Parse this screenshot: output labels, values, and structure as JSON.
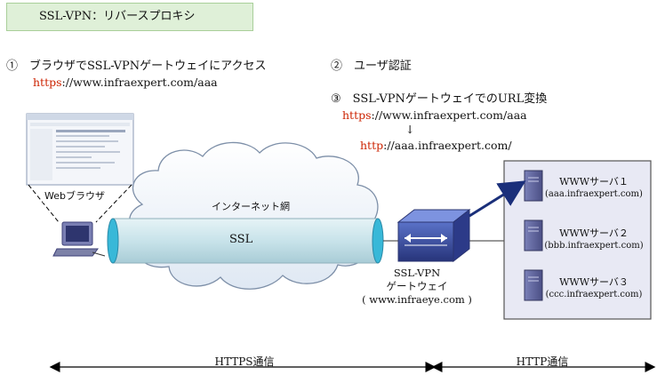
{
  "title": "SSL-VPN：リバースプロキシ",
  "steps": {
    "step1": "①　ブラウザでSSL-VPNゲートウェイにアクセス",
    "step1_url_scheme": "https",
    "step1_url_rest": "://www.infraexpert.com/aaa",
    "step2": "②　ユーザ認証",
    "step3": "③　SSL-VPNゲートウェイでのURL変換",
    "step3_url1_scheme": "https",
    "step3_url1_rest": "://www.infraexpert.com/aaa",
    "arrow": "↓",
    "step3_url2_scheme": "http",
    "step3_url2_rest": "://aaa.infraexpert.com/"
  },
  "labels": {
    "web_browser": "Webブラウザ",
    "internet": "インターネット網",
    "ssl": "SSL",
    "gateway_line1": "SSL-VPN",
    "gateway_line2": "ゲートウェイ",
    "gateway_line3": "( www.infraeye.com )"
  },
  "servers": [
    {
      "name": "WWWサーバ１",
      "host": "(aaa.infraexpert.com)"
    },
    {
      "name": "WWWサーバ２",
      "host": "(bbb.infraexpert.com)"
    },
    {
      "name": "WWWサーバ３",
      "host": "(ccc.infraexpert.com)"
    }
  ],
  "communication": {
    "https": "HTTPS通信",
    "http": "HTTP通信"
  },
  "colors": {
    "title_bg": "#dff0d8",
    "url_scheme": "#cc2200",
    "tunnel": "#cfe8ee",
    "arrow": "#1a2f7a"
  }
}
